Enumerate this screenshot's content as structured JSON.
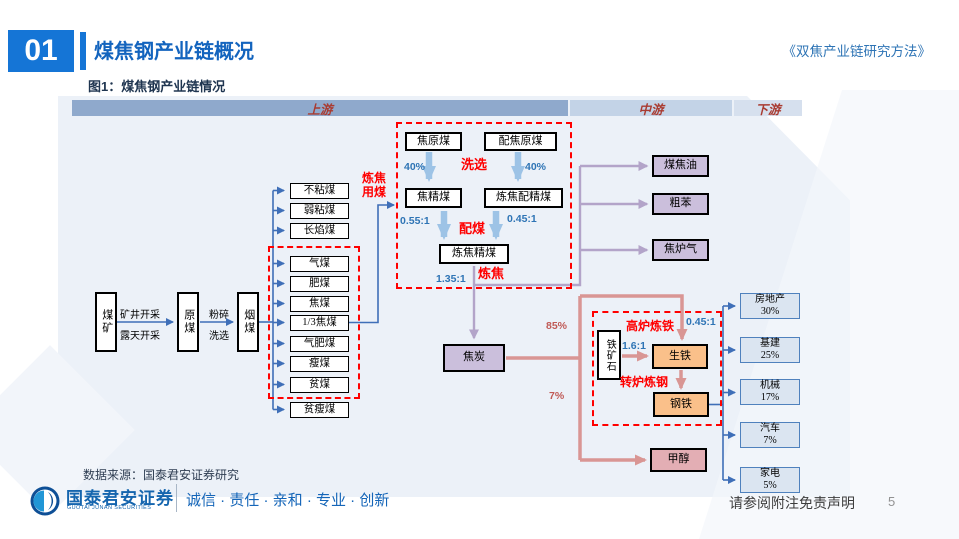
{
  "page": {
    "section_number": "01",
    "title": "煤焦钢产业链概况",
    "series_title": "《双焦产业链研究方法》",
    "figure_caption": "图1：煤焦钢产业链情况",
    "source": "数据来源：国泰君安证券研究",
    "brand": "国泰君安证券",
    "brand_en": "GUOTAI JUNAN SECURITIES",
    "slogan": "诚信 · 责任 · 亲和 · 专业 · 创新",
    "disclaimer": "请参阅附注免责声明",
    "page_number": "5"
  },
  "stages": {
    "upstream": "上游",
    "midstream": "中游",
    "downstream": "下游"
  },
  "chain": {
    "coal_mine": "煤矿",
    "mining_top": "矿井开采",
    "mining_bottom": "露天开采",
    "raw_coal": "原煤",
    "crush": "粉碎",
    "wash": "洗选",
    "bituminous": "烟煤"
  },
  "coal_types": [
    "不粘煤",
    "弱粘煤",
    "长焰煤",
    "气煤",
    "肥煤",
    "焦煤",
    "1/3焦煤",
    "气肥煤",
    "瘦煤",
    "贫煤",
    "贫瘦煤"
  ],
  "coking": {
    "group_label": "炼焦用煤",
    "coke_raw": "焦原煤",
    "blend_raw": "配焦原煤",
    "washing_label": "洗选",
    "pct_left": "40%",
    "pct_right": "40%",
    "coke_clean": "焦精煤",
    "blend_clean": "炼焦配精煤",
    "ratio_left": "0.55:1",
    "ratio_right": "0.45:1",
    "blending_label": "配煤",
    "coking_clean": "炼焦精煤",
    "ratio_final": "1.35:1",
    "coking_label": "炼焦"
  },
  "byproducts": [
    "煤焦油",
    "粗苯",
    "焦炉气"
  ],
  "coke": {
    "label": "焦炭",
    "pct_to_steel": "85%",
    "pct_to_methanol": "7%"
  },
  "steel": {
    "iron_ore": "铁矿石",
    "bf_label": "高炉炼铁",
    "ratio_ore": "1.6:1",
    "ratio_coke": "0.45:1",
    "pig_iron": "生铁",
    "bof_label": "转炉炼钢",
    "steel": "钢铁",
    "methanol": "甲醇"
  },
  "downstream": [
    {
      "label": "房地产",
      "pct": "30%"
    },
    {
      "label": "基建",
      "pct": "25%"
    },
    {
      "label": "机械",
      "pct": "17%"
    },
    {
      "label": "汽车",
      "pct": "7%"
    },
    {
      "label": "家电",
      "pct": "5%"
    }
  ],
  "colors": {
    "accent_blue": "#1575D6",
    "title_blue": "#1364BE",
    "stage_up": "#8FA9CC",
    "stage_mid": "#C3D3E7",
    "stage_down": "#D6E0EE",
    "red_label": "#FF0000",
    "ratio_blue": "#2E74B5",
    "pct_rose": "#C05A56",
    "wire_blue": "#3F6FB8",
    "wire_purple": "#B3A4C9",
    "wire_salmon": "#D99694",
    "block_arrow": "#9DC3E6",
    "fill_purple": "#CBBFDC",
    "fill_orange": "#FAC08A",
    "fill_pink": "#E3AEB4",
    "fill_downstream": "#DBE5F1"
  }
}
